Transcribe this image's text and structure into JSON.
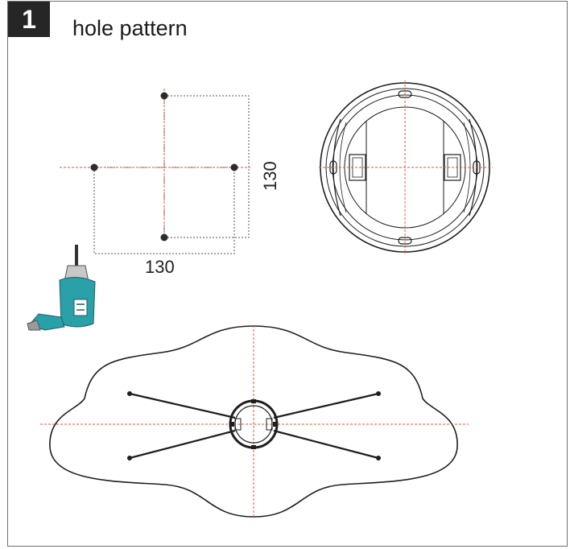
{
  "step": {
    "number": "1",
    "title": "hole pattern"
  },
  "dimensions": {
    "horizontal": "130",
    "vertical": "130"
  },
  "colors": {
    "badge_background": "#262626",
    "centerline": "#e2553a",
    "outline": "#1e1e1e",
    "drill_body": "#2aa0a8",
    "drill_chuck": "#c8c8c8"
  },
  "icons": [
    "power-drill-icon",
    "mounting-plate",
    "ceiling-canopy-outline"
  ]
}
